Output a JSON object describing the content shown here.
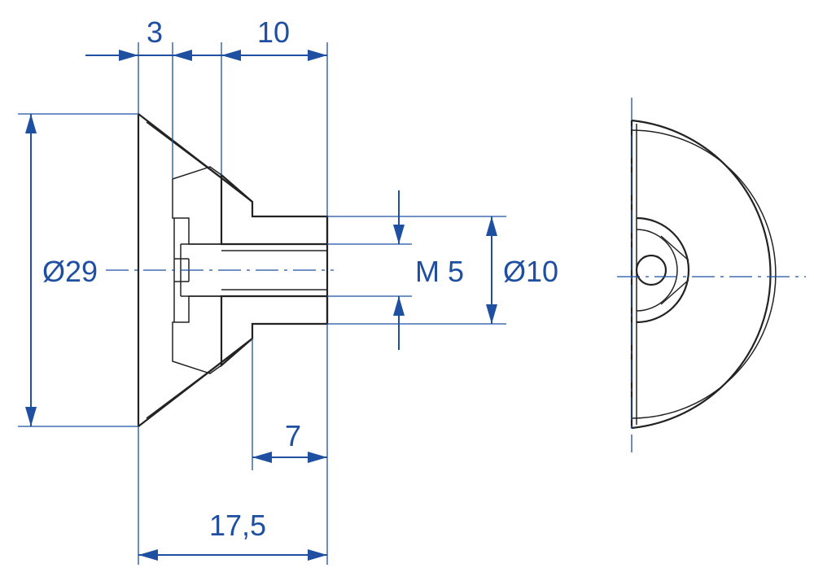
{
  "dimensions": {
    "flange_thickness": "3",
    "thread_length": "10",
    "outer_diameter": "Ø29",
    "thread": "M 5",
    "shank_diameter": "Ø10",
    "shank_length": "7",
    "overall_length": "17,5"
  },
  "colors": {
    "dimension": "#1f4fa0",
    "outline": "#222222",
    "background": "#ffffff"
  }
}
